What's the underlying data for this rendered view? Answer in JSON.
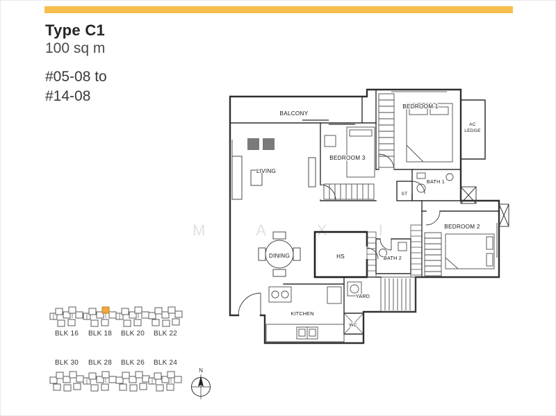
{
  "colors": {
    "accent_bar": "#F6BE4B",
    "highlight_unit": "#F2A93B"
  },
  "header": {
    "type": "Type C1",
    "area": "100 sq m",
    "units": [
      "#05-08 to",
      "#14-08"
    ]
  },
  "floorplan": {
    "watermark": "M A X I",
    "rooms": {
      "balcony": "BALCONY",
      "living": "LIVING",
      "bedroom3": "BEDROOM 3",
      "bedroom1": "BEDROOM 1",
      "ac_line1": "AC",
      "ac_line2": "LEDGE",
      "bath1": "BATH 1",
      "st": "ST",
      "bedroom2": "BEDROOM 2",
      "dining": "DINING",
      "hs": "HS",
      "bath2": "BATH 2",
      "yard": "YARD",
      "kitchen": "KITCHEN",
      "wc": "WC"
    }
  },
  "blocks": {
    "row1": [
      {
        "label": "BLK 16",
        "highlighted": false
      },
      {
        "label": "BLK 18",
        "highlighted": true
      },
      {
        "label": "BLK 20",
        "highlighted": false
      },
      {
        "label": "BLK 22",
        "highlighted": false
      }
    ],
    "row2": [
      {
        "label": "BLK 30",
        "highlighted": false
      },
      {
        "label": "BLK 28",
        "highlighted": false
      },
      {
        "label": "BLK 26",
        "highlighted": false
      },
      {
        "label": "BLK 24",
        "highlighted": false
      }
    ]
  },
  "compass": {
    "north": "N"
  }
}
